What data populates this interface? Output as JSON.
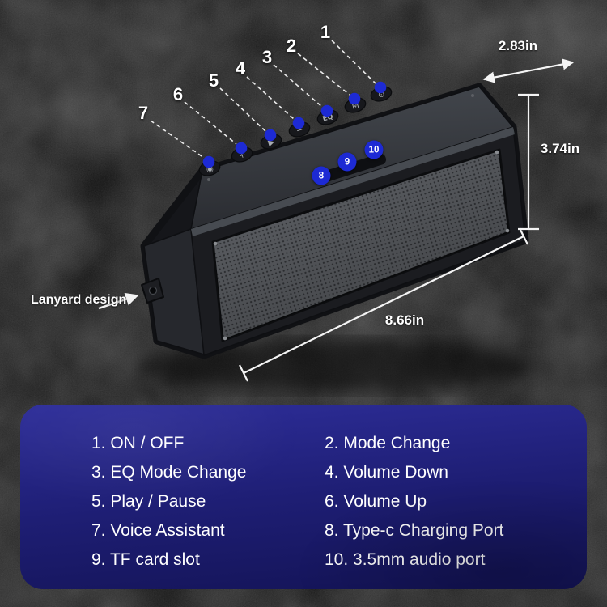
{
  "callouts": {
    "top": [
      {
        "num": "1"
      },
      {
        "num": "2"
      },
      {
        "num": "3"
      },
      {
        "num": "4"
      },
      {
        "num": "5"
      },
      {
        "num": "6"
      },
      {
        "num": "7"
      }
    ],
    "ports": [
      {
        "num": "8"
      },
      {
        "num": "9"
      },
      {
        "num": "10"
      }
    ]
  },
  "buttons": {
    "glyphs": [
      {
        "name": "voice-assistant",
        "icon": "◉"
      },
      {
        "name": "volume-up",
        "icon": "+"
      },
      {
        "name": "play-pause",
        "icon": "▶"
      },
      {
        "name": "volume-down",
        "icon": "−"
      },
      {
        "name": "eq-mode",
        "icon": "EQ"
      },
      {
        "name": "mode",
        "icon": "M"
      },
      {
        "name": "power",
        "icon": "⊙"
      }
    ]
  },
  "dimensions": {
    "width": "2.83in",
    "height": "3.74in",
    "length": "8.66in"
  },
  "annotations": {
    "lanyard": "Lanyard design"
  },
  "legend": {
    "items": [
      "1. ON / OFF",
      "2. Mode Change",
      "3. EQ Mode Change",
      "4. Volume Down",
      "5. Play / Pause",
      "6. Volume Up",
      "7. Voice Assistant",
      "8. Type-c Charging Port",
      "9. TF card slot",
      "10. 3.5mm audio port"
    ]
  },
  "colors": {
    "callout_blue": "#1d2ad4",
    "legend_bg_top": "#2e2e9a",
    "legend_bg_bottom": "#131355",
    "background": "#0d0d0d",
    "text": "#ffffff"
  }
}
